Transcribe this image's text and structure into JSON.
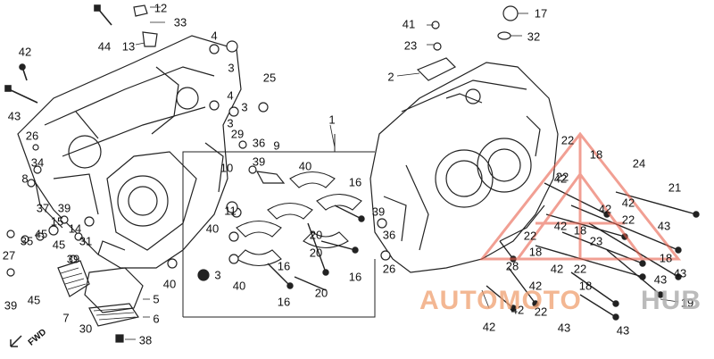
{
  "callouts": [
    "1",
    "2",
    "3",
    "3",
    "3",
    "3",
    "4",
    "4",
    "5",
    "6",
    "7",
    "8",
    "9",
    "10",
    "11",
    "12",
    "13",
    "14",
    "15",
    "16",
    "16",
    "16",
    "16",
    "17",
    "18",
    "18",
    "18",
    "18",
    "18",
    "19",
    "20",
    "20",
    "20",
    "21",
    "22",
    "22",
    "22",
    "22",
    "22",
    "22",
    "23",
    "23",
    "24",
    "25",
    "26",
    "26",
    "27",
    "28",
    "29",
    "30",
    "31",
    "32",
    "33",
    "34",
    "35",
    "36",
    "36",
    "37",
    "38",
    "39",
    "39",
    "39",
    "39",
    "39",
    "40",
    "40",
    "40",
    "40",
    "41",
    "42",
    "42",
    "42",
    "42",
    "42",
    "42",
    "42",
    "42",
    "42",
    "43",
    "43",
    "43",
    "43",
    "43",
    "43",
    "44",
    "45",
    "45",
    "45"
  ],
  "watermark": {
    "part1": "AUTOMOTO",
    "part2": "HUB",
    "color_primary": "#f0a070",
    "color_secondary": "#b0b0b0",
    "logo_color": "#e8604c"
  },
  "direction_marker": "FWD"
}
